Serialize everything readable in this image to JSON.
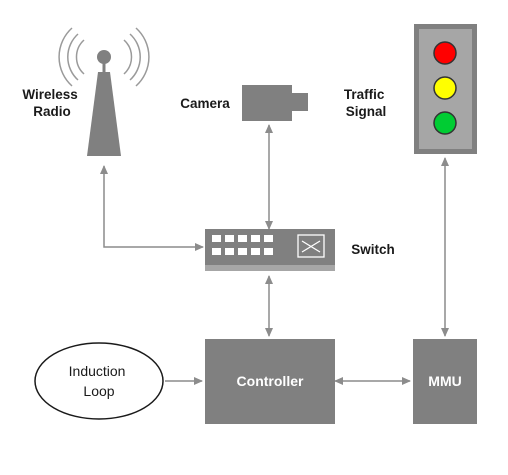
{
  "labels": {
    "wireless_radio": [
      "Wireless",
      "Radio"
    ],
    "camera": "Camera",
    "traffic_signal": [
      "Traffic",
      "Signal"
    ],
    "switch": "Switch",
    "controller": "Controller",
    "mmu": "MMU",
    "induction_loop": [
      "Induction",
      "Loop"
    ]
  },
  "colors": {
    "device_gray": "#808080",
    "connector_gray": "#8c8c8c",
    "signal_red": "#ff0000",
    "signal_yellow": "#ffff00",
    "signal_green": "#00cc33"
  },
  "icons": {
    "radio": "radio-tower-icon",
    "camera": "camera-icon",
    "switch": "network-switch-icon",
    "traffic_signal": "traffic-light-icon"
  }
}
